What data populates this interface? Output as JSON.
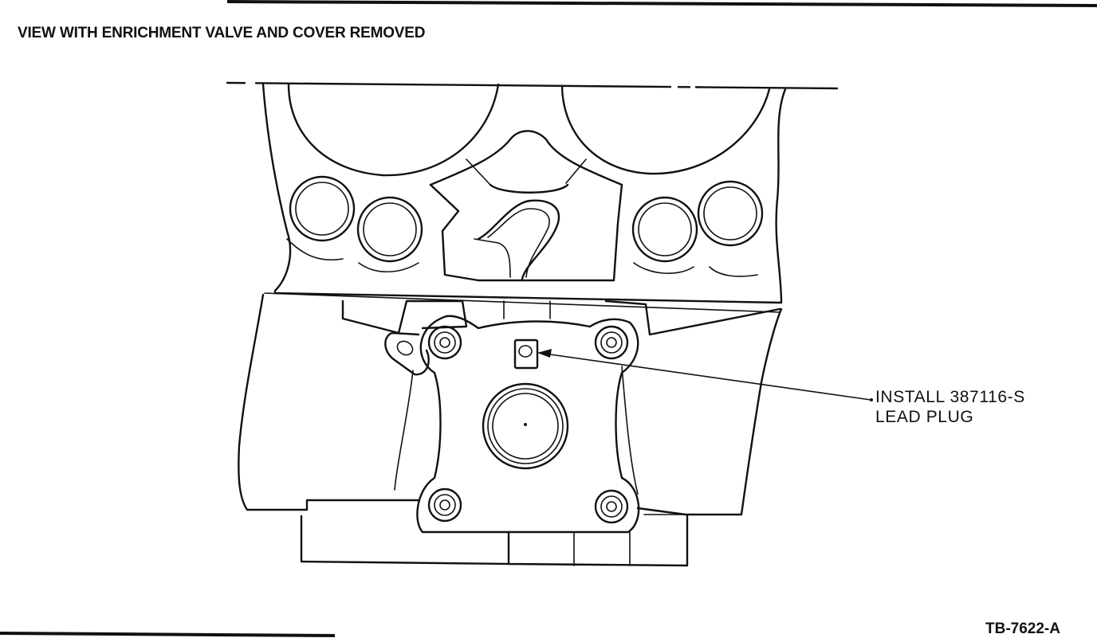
{
  "figure": {
    "title": "VIEW WITH ENRICHMENT VALVE AND COVER REMOVED",
    "callout": {
      "line1": "INSTALL 387116-S",
      "line2": "LEAD PLUG"
    },
    "figure_id": "TB-7622-A"
  }
}
